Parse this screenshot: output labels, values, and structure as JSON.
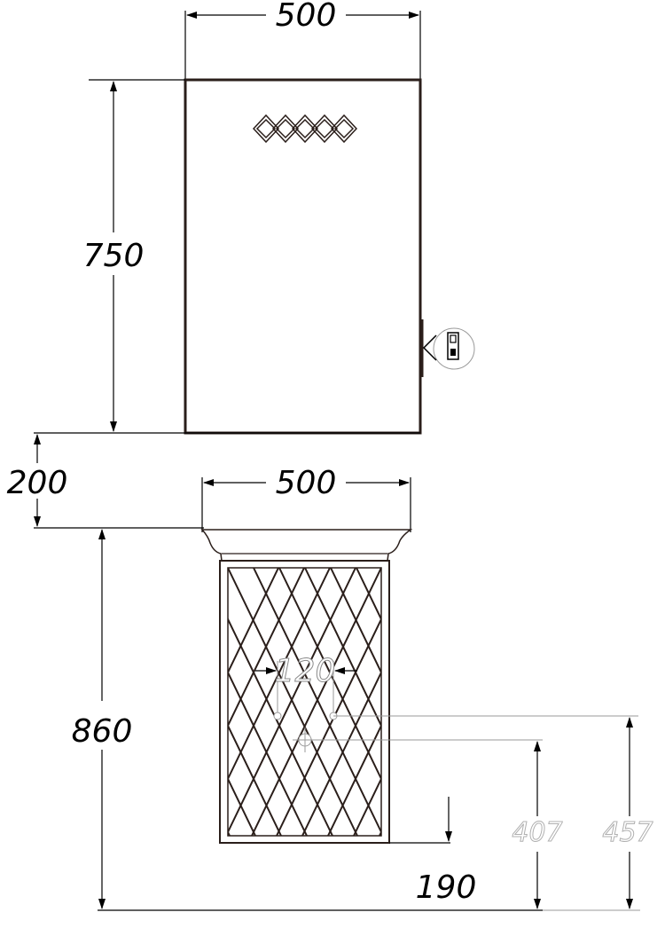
{
  "drawing": {
    "mirror_cabinet": {
      "width_label": "500",
      "height_label": "750"
    },
    "gap_label": "200",
    "vanity": {
      "width_label": "500",
      "height_label": "860",
      "drain_spacing_label": "120",
      "drain_height_label": "407",
      "supply_height_label": "457",
      "outlet_height_label": "190"
    },
    "colors": {
      "outline": "#2a1e1a",
      "dimension_line": "#000000",
      "faint_text": "#b0b0b0"
    }
  }
}
